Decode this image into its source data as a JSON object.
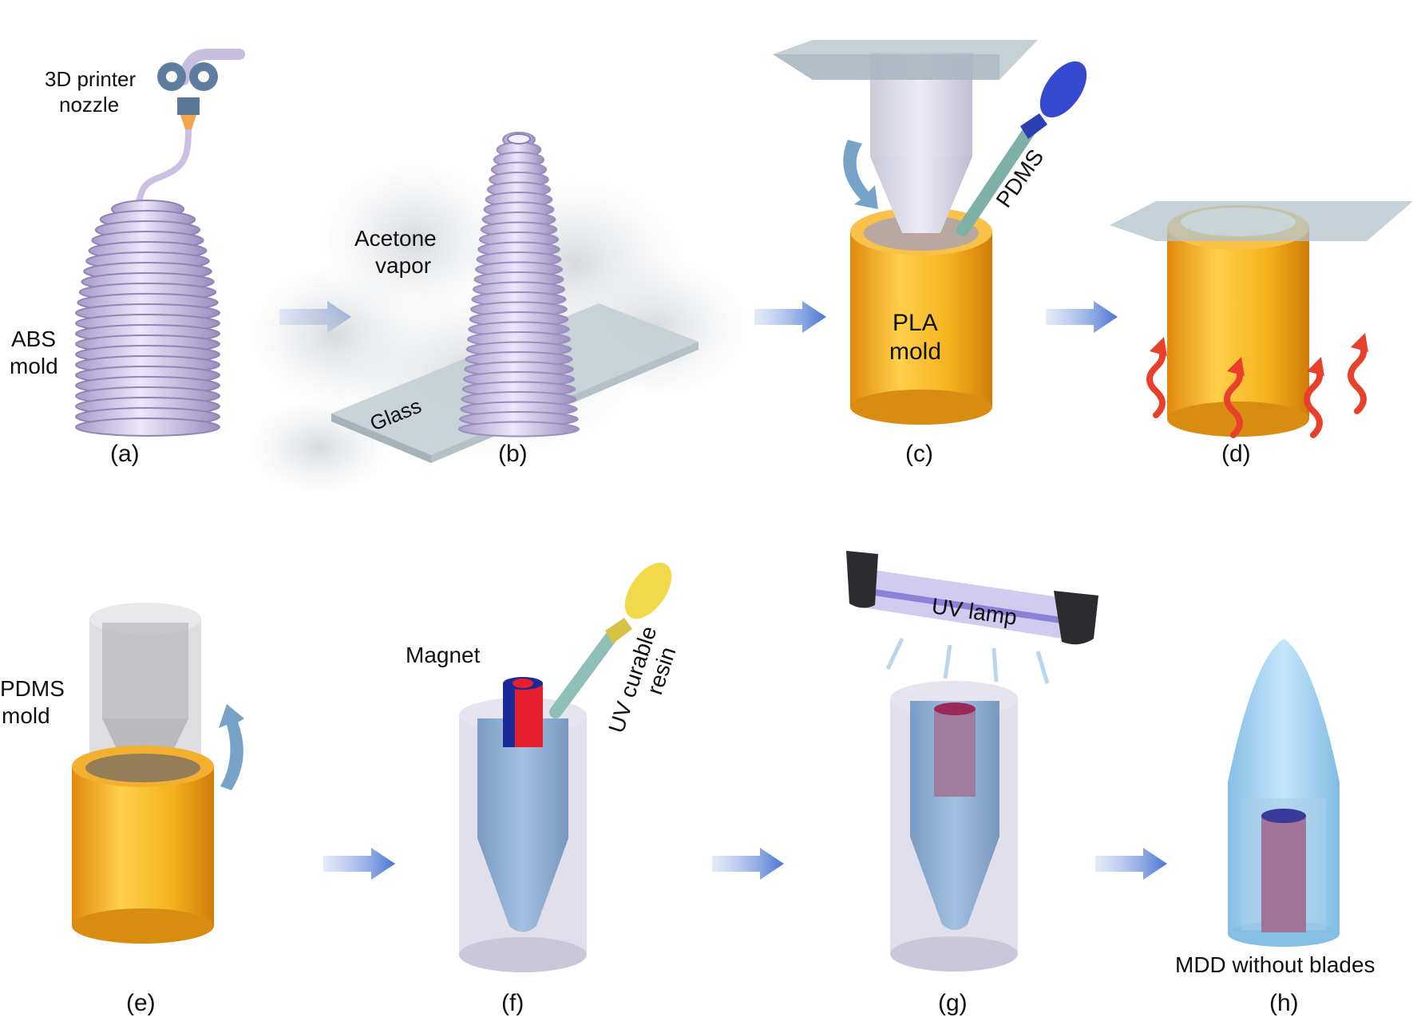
{
  "panels": {
    "a": {
      "caption": "(a)",
      "nozzle_line1": "3D printer",
      "nozzle_line2": "nozzle",
      "mold_line1": "ABS",
      "mold_line2": "mold"
    },
    "b": {
      "caption": "(b)",
      "vapor_line1": "Acetone",
      "vapor_line2": "vapor",
      "glass": "Glass"
    },
    "c": {
      "caption": "(c)",
      "pdms": "PDMS",
      "mold_line1": "PLA",
      "mold_line2": "mold"
    },
    "d": {
      "caption": "(d)"
    },
    "e": {
      "caption": "(e)",
      "mold_line1": "PDMS",
      "mold_line2": "mold"
    },
    "f": {
      "caption": "(f)",
      "magnet": "Magnet",
      "resin_line1": "UV curable",
      "resin_line2": "resin"
    },
    "g": {
      "caption": "(g)",
      "lamp": "UV lamp"
    },
    "h": {
      "caption": "(h)",
      "device": "MDD without blades"
    }
  },
  "colors": {
    "abs": "#cfc2e6",
    "pla": "#f0a81c",
    "arrow": "#5b82d6",
    "heat": "#e8402a",
    "glass": "#b9c5cc",
    "resin": "#8fb1d3",
    "magnet_red": "#e8202e",
    "magnet_blue": "#1b2a9a"
  }
}
